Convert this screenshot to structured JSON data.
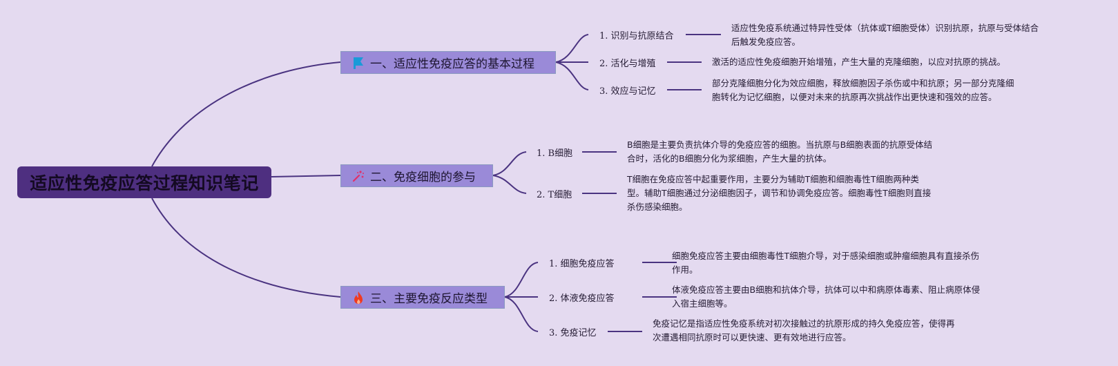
{
  "root": {
    "title": "适应性免疫应答过程知识笔记"
  },
  "branches": [
    {
      "label": "一、适应性免疫应答的基本过程",
      "icon": "flag-icon",
      "icon_color": "#1a9ad8",
      "items": [
        {
          "label": "1. 识别与抗原结合",
          "desc_lines": [
            "适应性免疫系统通过特异性受体（抗体或T细胞受体）识别抗原，抗原与受体结合",
            "后触发免疫应答。"
          ]
        },
        {
          "label": "2. 活化与增殖",
          "desc_lines": [
            "激活的适应性免疫细胞开始增殖，产生大量的克隆细胞，以应对抗原的挑战。"
          ]
        },
        {
          "label": "3. 效应与记忆",
          "desc_lines": [
            "部分克隆细胞分化为效应细胞，释放细胞因子杀伤或中和抗原；另一部分克隆细",
            "胞转化为记忆细胞，以便对未来的抗原再次挑战作出更快速和强效的应答。"
          ]
        }
      ]
    },
    {
      "label": "二、免疫细胞的参与",
      "icon": "sparkle-wand-icon",
      "icon_color": "#e0306a",
      "items": [
        {
          "label": "1. B细胞",
          "desc_lines": [
            "B细胞是主要负责抗体介导的免疫应答的细胞。当抗原与B细胞表面的抗原受体结",
            "合时，活化的B细胞分化为浆细胞，产生大量的抗体。"
          ]
        },
        {
          "label": "2. T细胞",
          "desc_lines": [
            "T细胞在免疫应答中起重要作用，主要分为辅助T细胞和细胞毒性T细胞两种类",
            "型。辅助T细胞通过分泌细胞因子，调节和协调免疫应答。细胞毒性T细胞则直接",
            "杀伤感染细胞。"
          ]
        }
      ]
    },
    {
      "label": "三、主要免疫反应类型",
      "icon": "fire-icon",
      "icon_color": "#f03a20",
      "items": [
        {
          "label": "1. 细胞免疫应答",
          "desc_lines": [
            "细胞免疫应答主要由细胞毒性T细胞介导，对于感染细胞或肿瘤细胞具有直接杀伤",
            "作用。"
          ]
        },
        {
          "label": "2. 体液免疫应答",
          "desc_lines": [
            "体液免疫应答主要由B细胞和抗体介导，抗体可以中和病原体毒素、阻止病原体侵",
            "入宿主细胞等。"
          ]
        },
        {
          "label": "3. 免疫记忆",
          "desc_lines": [
            "免疫记忆是指适应性免疫系统对初次接触过的抗原形成的持久免疫应答，使得再",
            "次遭遇相同抗原时可以更快速、更有效地进行应答。"
          ]
        }
      ]
    }
  ],
  "colors": {
    "line": "#4a3380",
    "root_bg": "#4e2f80",
    "branch_bg": "#9a8ad8",
    "canvas_bg": "#e4daf0"
  }
}
